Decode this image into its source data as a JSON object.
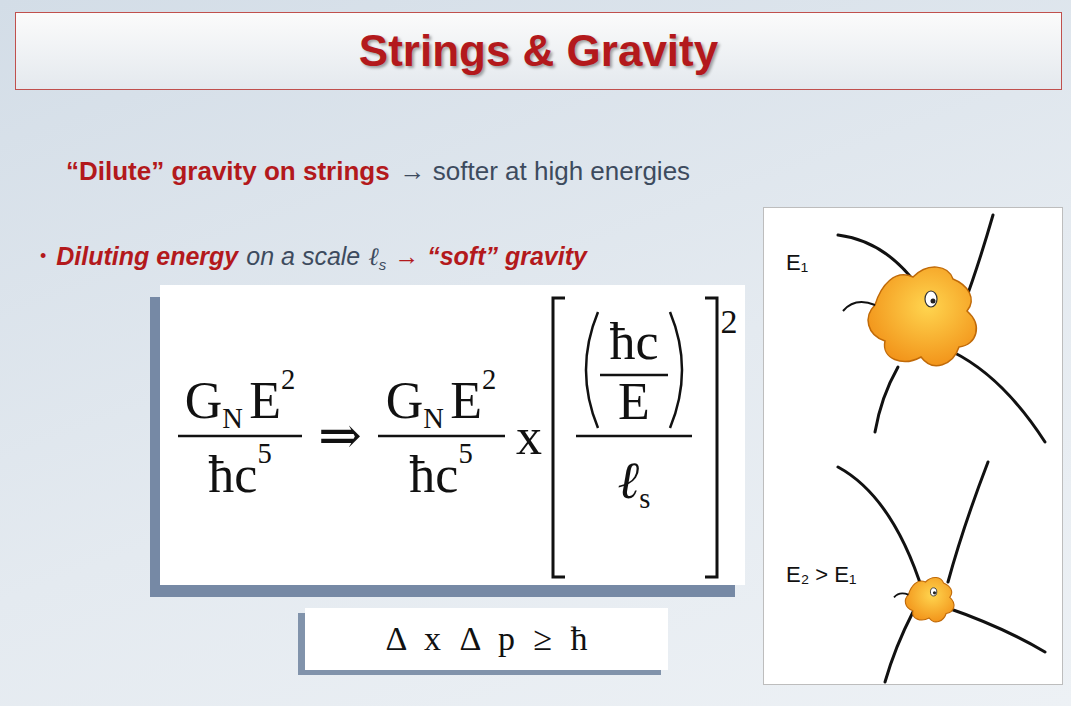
{
  "diagram": {
    "title": "Strings & Gravity",
    "nodes": [
      {
        "text": [
          "G",
          "N",
          "E",
          "2",
          "ħc",
          "5",
          "⇒",
          "G",
          "N",
          "E",
          "2",
          "ħc",
          "5",
          "x",
          "ħc",
          "E",
          "ℓ",
          "s",
          "2"
        ]
      },
      {
        "text": [
          "Δ x Δ p ≥ ħ"
        ]
      },
      {
        "text": [
          "E₁",
          "E₂ > E₁"
        ]
      }
    ],
    "labels": [
      "“Dilute” gravity on strings",
      "→ softer at high energies",
      "•",
      "Diluting energy",
      "on a scale",
      "ℓ",
      "s",
      "→",
      "“soft” gravity"
    ]
  }
}
